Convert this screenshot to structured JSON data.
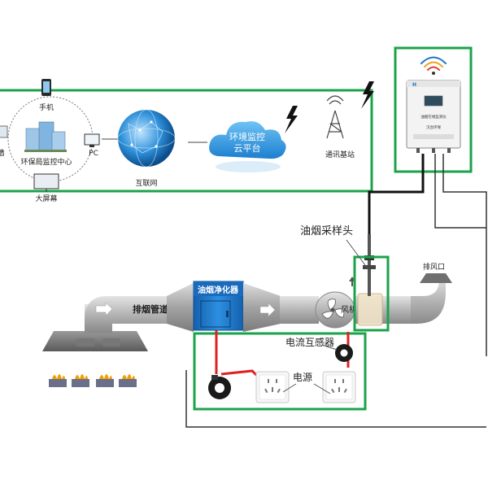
{
  "network": {
    "phone": "手机",
    "center_label": "环保局监控中心",
    "screen_left": "墙",
    "pc": "PC",
    "big_screen": "大屏幕",
    "internet": "互联网",
    "cloud_line1": "环境监控",
    "cloud_line2": "云平台",
    "base_station": "通讯基站"
  },
  "device": {
    "brand_text": "H",
    "line1": "油烟在线监测仪",
    "line2": "汉合环保"
  },
  "sampling": {
    "probe_label": "油烟采样头"
  },
  "duct": {
    "exhaust_pipe": "排烟管道",
    "purifier": "油烟净化器",
    "fan": "风机",
    "outlet": "排风口"
  },
  "power": {
    "current_sensor": "电流互感器",
    "power_label": "电源"
  },
  "colors": {
    "frame_green": "#1aa34a",
    "purifier_blue": "#1c74c9",
    "wire_red": "#e02020",
    "duct_gray": "#a9a9a9"
  }
}
